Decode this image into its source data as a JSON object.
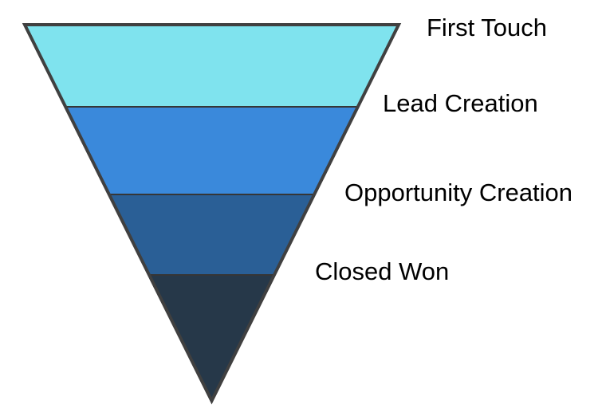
{
  "chart_data": {
    "type": "funnel",
    "title": "",
    "orientation": "inverted-triangle",
    "labels_position": "right",
    "background": "#ffffff",
    "outline_color": "#404040",
    "divider_color": "#363636",
    "label_color": "#000000",
    "stages": [
      {
        "label": "First Touch",
        "color": "#7fe3ee"
      },
      {
        "label": "Lead Creation",
        "color": "#3a89db"
      },
      {
        "label": "Opportunity Creation",
        "color": "#2a5f96"
      },
      {
        "label": "Closed Won",
        "color": "#263849"
      }
    ]
  }
}
